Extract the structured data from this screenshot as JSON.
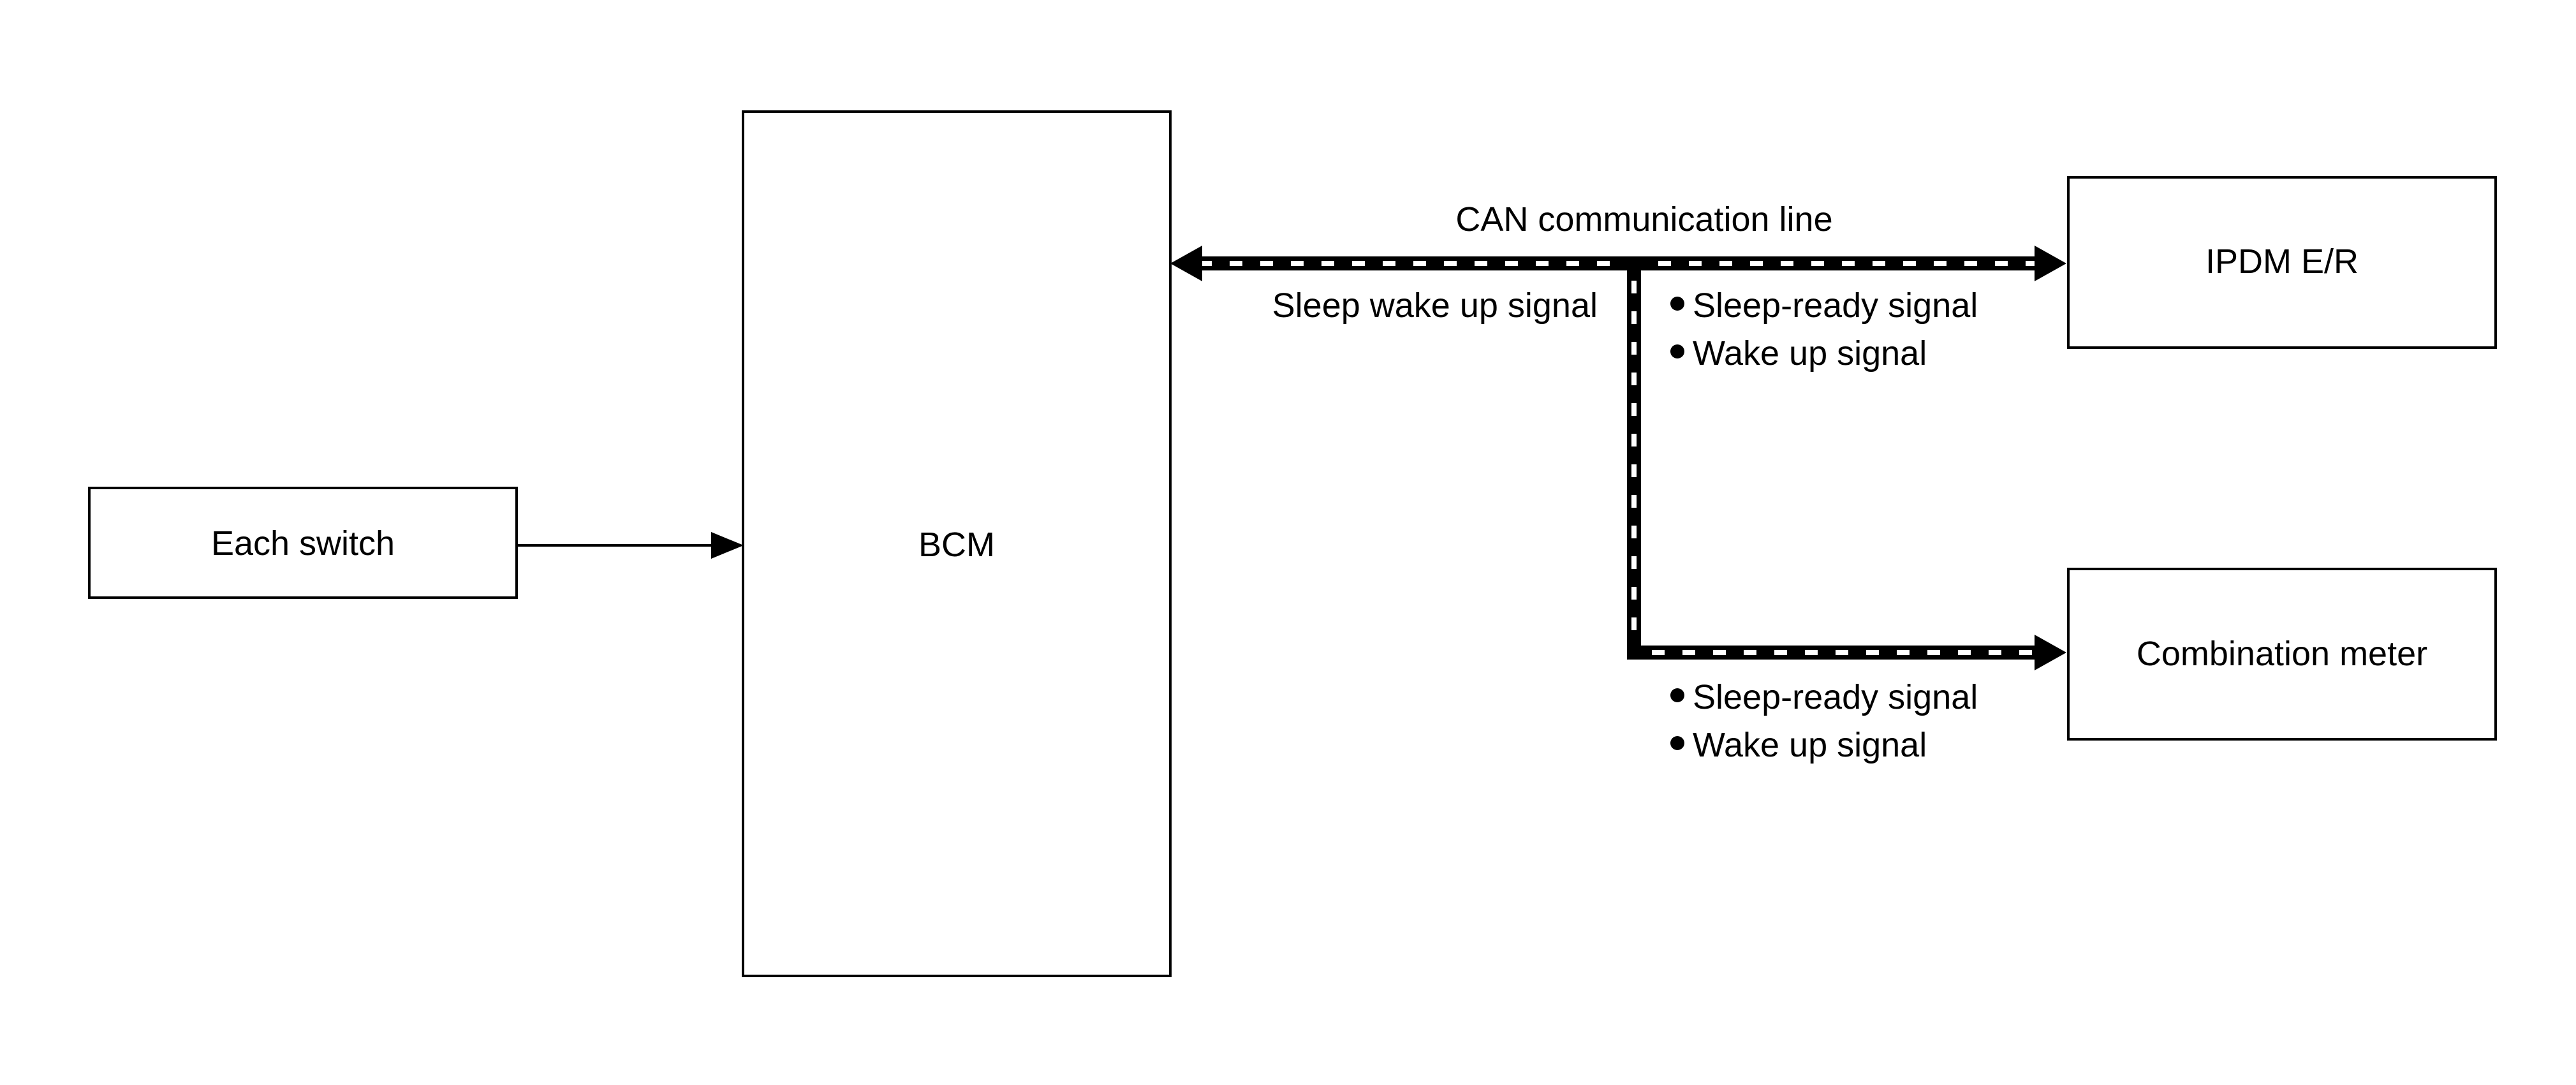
{
  "colors": {
    "stroke": "#000000",
    "fill": "#ffffff",
    "can_dash": "#ffffff"
  },
  "nodes": {
    "each_switch": "Each switch",
    "bcm": "BCM",
    "ipdm": "IPDM E/R",
    "combination_meter": "Combination meter"
  },
  "lines": {
    "can_line": "CAN communication line"
  },
  "signals": {
    "bcm_sleep_wake": "Sleep wake up signal",
    "ipdm_sleep_ready": "Sleep-ready signal",
    "ipdm_wake_up": "Wake up signal",
    "meter_sleep_ready": "Sleep-ready signal",
    "meter_wake_up": "Wake up signal"
  }
}
